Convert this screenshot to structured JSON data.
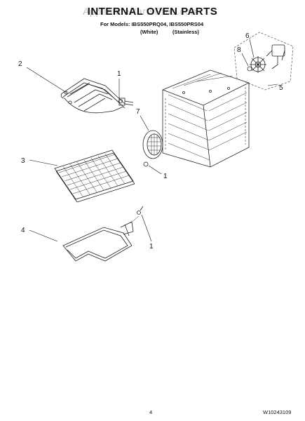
{
  "header": {
    "title": "INTERNAL OVEN PARTS",
    "models_line": "For Models: IBS550PRQ04, IBS550PRS04",
    "variant_white": "(White)",
    "variant_stainless": "(Stainless)",
    "watermark": "AppliancePartsPros.com"
  },
  "callouts": {
    "c1_upper": "1",
    "c2": "2",
    "c3": "3",
    "c4": "4",
    "c5": "5",
    "c6": "6",
    "c7": "7",
    "c8": "8",
    "c1_mid": "1",
    "c1_lower": "1"
  },
  "footer": {
    "page_number": "4",
    "doc_number": "W10243109"
  }
}
